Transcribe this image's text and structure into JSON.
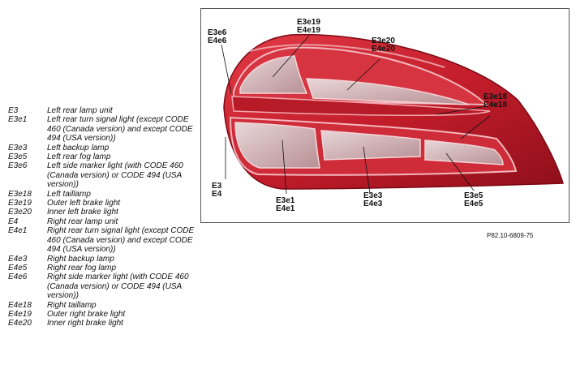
{
  "figure": {
    "reference_code": "P82.10-6809-75",
    "callouts": [
      {
        "id": "e6",
        "lines": [
          "E3e6",
          "E4e6"
        ]
      },
      {
        "id": "e19",
        "lines": [
          "E3e19",
          "E4e19"
        ]
      },
      {
        "id": "e20",
        "lines": [
          "E3e20",
          "E4e20"
        ]
      },
      {
        "id": "e18",
        "lines": [
          "E3e18",
          "E4e18"
        ]
      },
      {
        "id": "unit",
        "lines": [
          "E3",
          "E4"
        ]
      },
      {
        "id": "e1",
        "lines": [
          "E3e1",
          "E4e1"
        ]
      },
      {
        "id": "e3",
        "lines": [
          "E3e3",
          "E4e3"
        ]
      },
      {
        "id": "e5",
        "lines": [
          "E3e5",
          "E4e5"
        ]
      }
    ]
  },
  "legend": [
    {
      "code": "E3",
      "desc": "Left rear lamp unit"
    },
    {
      "code": "E3e1",
      "desc": "Left rear turn signal light (except CODE 460 (Canada version) and except CODE 494 (USA version))"
    },
    {
      "code": "E3e3",
      "desc": "Left backup lamp"
    },
    {
      "code": "E3e5",
      "desc": "Left rear fog lamp"
    },
    {
      "code": "E3e6",
      "desc": "Left side marker light (with CODE 460 (Canada version) or CODE 494 (USA version))"
    },
    {
      "code": "E3e18",
      "desc": "Left taillamp"
    },
    {
      "code": "E3e19",
      "desc": "Outer left brake light"
    },
    {
      "code": "E3e20",
      "desc": "Inner left brake light"
    },
    {
      "code": "E4",
      "desc": "Right rear lamp unit"
    },
    {
      "code": "E4e1",
      "desc": "Right rear turn signal light (except CODE 460 (Canada version) and except CODE 494 (USA version))"
    },
    {
      "code": "E4e3",
      "desc": "Right backup lamp"
    },
    {
      "code": "E4e5",
      "desc": "Right rear fog lamp"
    },
    {
      "code": "E4e6",
      "desc": "Right side marker light (with CODE 460 (Canada version) or CODE 494 (USA version))"
    },
    {
      "code": "E4e18",
      "desc": "Right taillamp"
    },
    {
      "code": "E4e19",
      "desc": "Outer right brake light"
    },
    {
      "code": "E4e20",
      "desc": "Inner right brake light"
    }
  ]
}
